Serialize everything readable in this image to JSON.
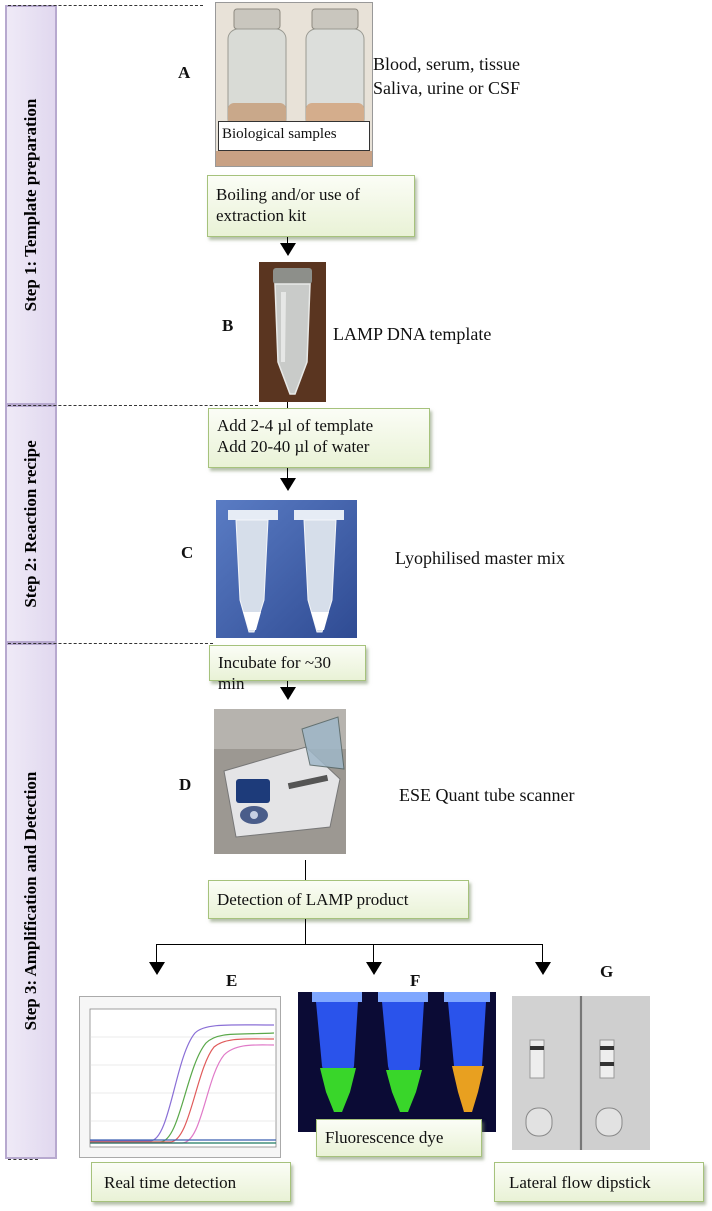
{
  "steps": [
    {
      "label": "Step 1: Template preparation"
    },
    {
      "label": "Step 2: Reaction recipe"
    },
    {
      "label": "Step 3: Amplification and Detection"
    }
  ],
  "panels": {
    "a": {
      "letter": "A",
      "image_label": "Biological samples",
      "caption_line1": "Blood, serum, tissue",
      "caption_line2": "Saliva, urine or CSF"
    },
    "b": {
      "letter": "B",
      "caption": "LAMP DNA template"
    },
    "c": {
      "letter": "C",
      "caption": "Lyophilised master mix"
    },
    "d": {
      "letter": "D",
      "caption": "ESE Quant tube scanner"
    },
    "e": {
      "letter": "E",
      "caption": "Real time detection"
    },
    "f": {
      "letter": "F",
      "caption": "Fluorescence dye"
    },
    "g": {
      "letter": "G",
      "caption": "Lateral flow dipstick"
    }
  },
  "boxes": {
    "boiling_line1": "Boiling and/or use of",
    "boiling_line2": "extraction kit",
    "add_line1": "Add 2-4 µl of template",
    "add_line2": "Add 20-40 µl of water",
    "incubate": "Incubate for ~30 min",
    "detection": "Detection of LAMP product"
  },
  "colors": {
    "step_bar": "#e1d8ef",
    "step_border": "#b7a9cf",
    "box_fill": "#e9f2d6",
    "box_border": "#a6c27c",
    "curve_purple": "#8a6fd6",
    "curve_green": "#5aa84a",
    "curve_red": "#e05a5a",
    "curve_pink": "#e07ac8",
    "fluor_green": "#39d62a",
    "fluor_orange": "#e8a020"
  },
  "icons": [
    "arrow-down-icon"
  ]
}
